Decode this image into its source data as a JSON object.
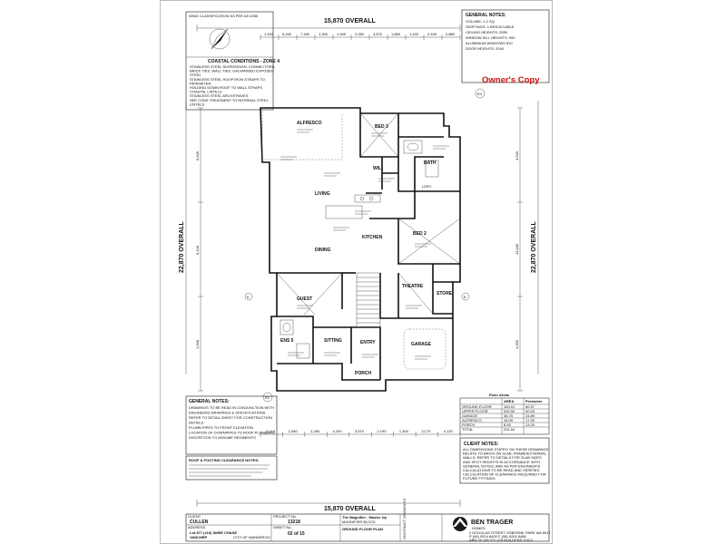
{
  "header": {
    "wind_classification": "WIND CLASSIFICATION N3 PER AS 4055",
    "coastal_title": "COASTAL CONDITIONS - ZONE 4",
    "coastal_lines": [
      "STAINLESS STEEL SUSPENSION, CONNECTORS,",
      "BRICK TIES, WALL TIES, GALVANISED EXPOSED",
      "STEEL",
      "STAINLESS STEEL HOOP IRON STRAPS TO",
      "PERIMETER",
      "HOLDING DOWN ROOF TO WALL STRAPS",
      "COASTAL LINTELS",
      "STAINLESS STEEL ARCHITRAVES",
      "SEE CODE TREATMENT TO INTERNAL STEEL",
      "LINTELS"
    ],
    "overall_top": "15,870 OVERALL",
    "overall_bottom": "15,870 OVERALL",
    "owners_copy": "Owner's Copy",
    "grid_markers": [
      "E2",
      "E4"
    ]
  },
  "dimensions": {
    "top": [
      "1,440",
      "6,160",
      "7,180",
      "1,300",
      "1,940",
      "2,280",
      "3,570",
      "1,660",
      "1,440",
      "2,445",
      "2,880"
    ],
    "bottom": [
      "3,110",
      "2,480",
      "2,280",
      "4,200",
      "3,570",
      "2,190",
      "1,300",
      "3,170",
      "4,120"
    ],
    "left_overall": "22,870 OVERALL",
    "right_overall": "22,870 OVERALL",
    "left": [
      "5,649",
      "6,128",
      "1,558"
    ],
    "right": [
      "4,540",
      "14,180",
      "1,560"
    ]
  },
  "general_notes_top": {
    "title": "GENERAL NOTES:",
    "lines": [
      "VOLUME: 1-2 SQ",
      "SKIRTINGS: 1 BRICK/CABLE",
      "CEILING HEIGHTS: 2590",
      "WINDOW SILL HEIGHTS: 900",
      "ALUMINIUM WINDOWS 810",
      "DOOR HEIGHTS: 2040"
    ]
  },
  "rooms": {
    "alfresco": "ALFRESCO",
    "bed3": "BED 3",
    "bath": "BATH",
    "wil": "WIL",
    "living": "LIVING",
    "kitchen": "KITCHEN",
    "dining": "DINING",
    "bed2": "BED 2",
    "guest": "GUEST",
    "theatre": "THEATRE",
    "store": "STORE",
    "ens": "ENS 5",
    "sitting": "SITTING",
    "entry": "ENTRY",
    "garage": "GARAGE",
    "porch": "PORCH",
    "ldry": "LDRY"
  },
  "general_notes_bottom": {
    "title": "GENERAL NOTES:",
    "lines": [
      "DRAWINGS TO BE READ IN CONJUNCTION WITH",
      "ENGINEERS DRAWINGS & SPECIFICATIONS",
      "REFER TO DETAIL SHEET FOR CONSTRUCTION",
      "DETAILS",
      "PLUMB PIPES TO FRONT ELEVATION",
      "LOCATION OF DOWNPIPES TO ROOF PLUMBERS",
      "DISCRETION TO ASSUME REGIMENTS"
    ],
    "plumbing_title": "ROOF & FOOTING CLEARANCE NOTES:"
  },
  "floor_areas": {
    "title": "Floor Areas",
    "headers": [
      "",
      "AREA",
      "Perimeter"
    ],
    "rows": [
      [
        "GROUND FLOOR",
        "163.91",
        "60.37"
      ],
      [
        "UPPER FLOOR",
        "000.00",
        "00.00"
      ],
      [
        "GARAGE",
        "36.75",
        "24.89"
      ],
      [
        "ALFRESCO",
        "16.09",
        "17.00"
      ],
      [
        "PORCH",
        "8.93",
        "13.20"
      ],
      [
        "TOTAL",
        "231.64",
        ""
      ]
    ]
  },
  "client_notes": {
    "title": "CLIENT NOTES:",
    "lines": [
      "ALL DIMENSIONS STATED ON THESE DRAWINGS",
      "RELATE TO BRICK ON SLAB, FRAME/EXTERNAL",
      "WALLS. REFER TO DETAILS FOR SLAB SIZES",
      "AND SPOT HEIGHTS IN ACCORDANCE WITH",
      "GENERAL NOTES, AND AS PER ENGINEER'S",
      "CALCULATIONS TO BE READ AND VERIFIED",
      "CALCULATION OF CLEARANCE REQUIRED FOR",
      "FUTURE FITTINGS."
    ]
  },
  "title_block": {
    "client_label": "CLIENT",
    "client": "CULLEN",
    "address_label": "ADDRESS",
    "address": "Lot 877 (#10) SMEE CHASE",
    "suburb": "YANCHEP",
    "council": "CITY OF WANNEROO",
    "job_label": "PROJECT No.",
    "job_no": "13218",
    "sheet_label": "SHEET No.",
    "sheet_no": "02 of 15",
    "design_title": "The Magnifier - Master Up",
    "design_sub": "MAGNIFIER BLOCK",
    "drawing_name": "GROUND FLOOR PLAN",
    "contract_label": "CONTRACT DRAWINGS",
    "firm_name": "BEN TRAGER",
    "firm_sub": "HOMES",
    "firm_address": [
      "2 DOUGLAS STREET  OSBORNE PARK  WA 6017",
      "P (08) 9204 8400  F (08) 9204 8488",
      "ABN 78 108 372 478  BUILDERS 11612"
    ]
  },
  "colors": {
    "owner_red": "#d01010",
    "line": "#111111",
    "paper": "#ffffff"
  }
}
